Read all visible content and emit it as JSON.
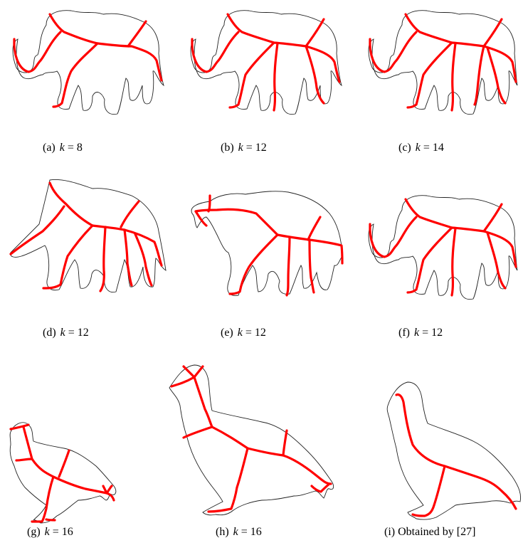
{
  "figure": {
    "panels": [
      {
        "id": "a",
        "label": "(a)",
        "k_var": "k",
        "eq": " = ",
        "k_value": "8",
        "shape": "elephant",
        "variant": "a"
      },
      {
        "id": "b",
        "label": "(b)",
        "k_var": "k",
        "eq": " = ",
        "k_value": "12",
        "shape": "elephant",
        "variant": "b"
      },
      {
        "id": "c",
        "label": "(c)",
        "k_var": "k",
        "eq": " = ",
        "k_value": "14",
        "shape": "elephant",
        "variant": "c"
      },
      {
        "id": "d",
        "label": "(d)",
        "k_var": "k",
        "eq": " = ",
        "k_value": "12",
        "shape": "elephant",
        "variant": "d"
      },
      {
        "id": "e",
        "label": "(e)",
        "k_var": "k",
        "eq": " = ",
        "k_value": "12",
        "shape": "elephant",
        "variant": "e"
      },
      {
        "id": "f",
        "label": "(f)",
        "k_var": "k",
        "eq": " = ",
        "k_value": "12",
        "shape": "elephant",
        "variant": "f"
      },
      {
        "id": "g",
        "label": "(g)",
        "k_var": "k",
        "eq": " = ",
        "k_value": "16",
        "shape": "bird",
        "variant": "g"
      },
      {
        "id": "h",
        "label": "(h)",
        "k_var": "k",
        "eq": " = ",
        "k_value": "16",
        "shape": "bird",
        "variant": "h"
      },
      {
        "id": "i",
        "label": "(i)",
        "text": "Obtained by [27]",
        "shape": "bird",
        "variant": "i"
      }
    ],
    "colors": {
      "skeleton": "#ff0000",
      "outline": "#222222"
    }
  }
}
